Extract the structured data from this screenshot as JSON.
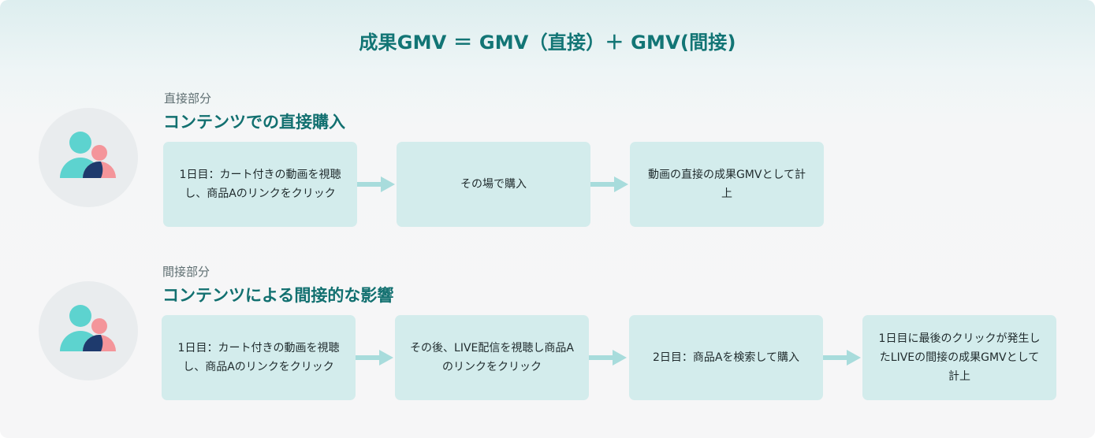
{
  "headline": "成果GMV ＝ GMV（直接）＋ GMV(間接)",
  "sections": [
    {
      "label": "直接部分",
      "title": "コンテンツでの直接購入",
      "steps": [
        "1日目：カート付きの動画を視聴し、商品Aのリンクをクリック",
        "その場で購入",
        "動画の直接の成果GMVとして計上"
      ]
    },
    {
      "label": "間接部分",
      "title": "コンテンツによる間接的な影響",
      "steps": [
        "1日目：カート付きの動画を視聴し、商品Aのリンクをクリック",
        "その後、LIVE配信を視聴し商品Aのリンクをクリック",
        "2日目：商品Aを検索して購入",
        "1日目に最後のクリックが発生したLIVEの間接の成果GMVとして計上"
      ]
    }
  ],
  "colors": {
    "accent": "#127575",
    "box": "#d3ecec",
    "arrow": "#a8dcdc",
    "person_main": "#5dd3cf",
    "person_secondary": "#f4959a",
    "person_overlap": "#1e3a6d"
  },
  "icons": [
    "users-icon",
    "arrow-right-icon"
  ]
}
